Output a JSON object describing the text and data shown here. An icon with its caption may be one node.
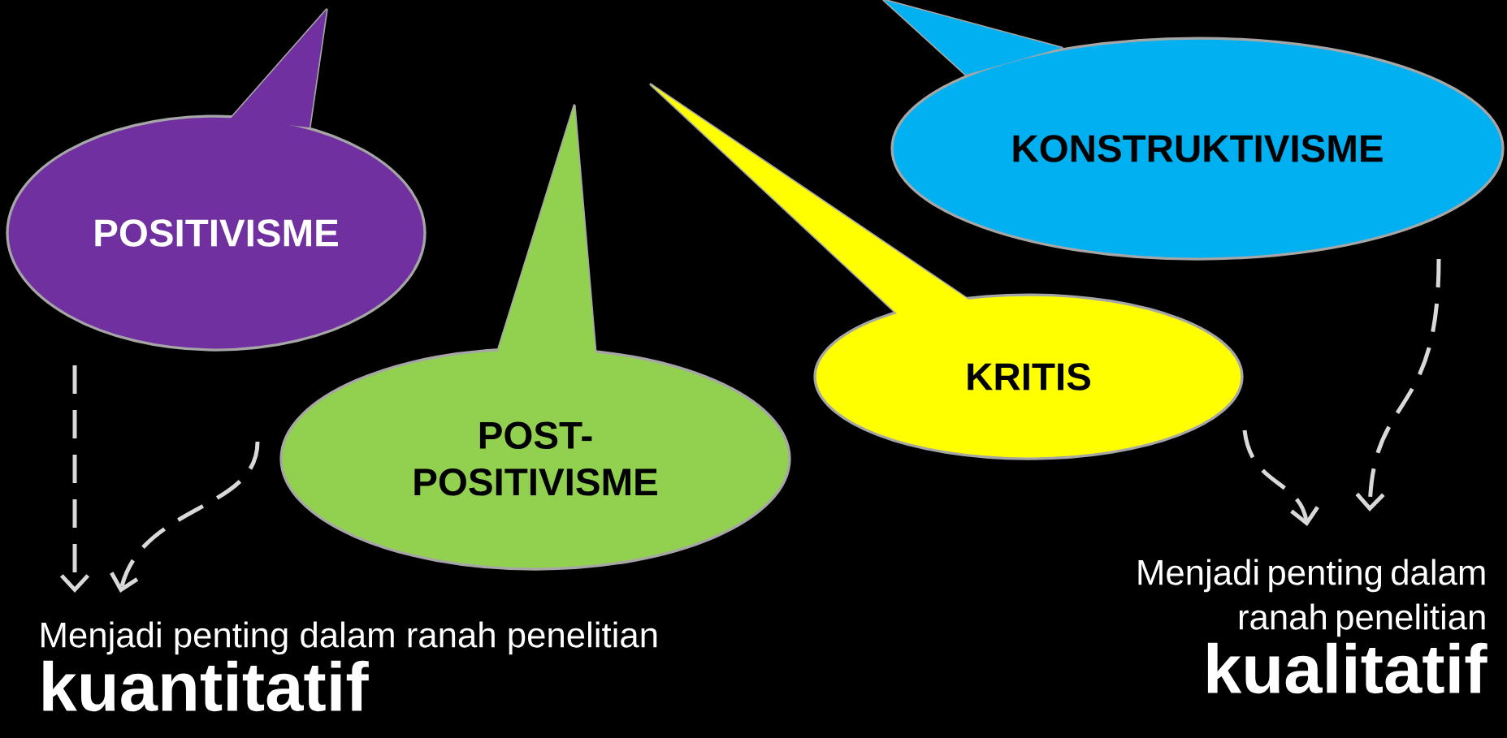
{
  "diagram": {
    "nodes": [
      {
        "text": [
          "POSITIVISME"
        ]
      },
      {
        "text": [
          "POST- POSITIVISME"
        ]
      },
      {
        "text": [
          "KRITIS"
        ]
      },
      {
        "text": [
          "KONSTRUKTIVISME"
        ]
      },
      {
        "text": [
          "Menjadi penting dalam ranah penelitian",
          "kuantitatif"
        ]
      },
      {
        "text": [
          "Menjadi penting dalam ranah penelitian",
          "kualitatif"
        ]
      }
    ],
    "edges": [
      {
        "from": 0,
        "to": 4,
        "arrow": "to",
        "style": "dashed"
      },
      {
        "from": 1,
        "to": 4,
        "arrow": "to",
        "style": "dashed"
      },
      {
        "from": 2,
        "to": 5,
        "arrow": "to",
        "style": "dashed"
      },
      {
        "from": 3,
        "to": 5,
        "arrow": "to",
        "style": "dashed"
      }
    ]
  }
}
